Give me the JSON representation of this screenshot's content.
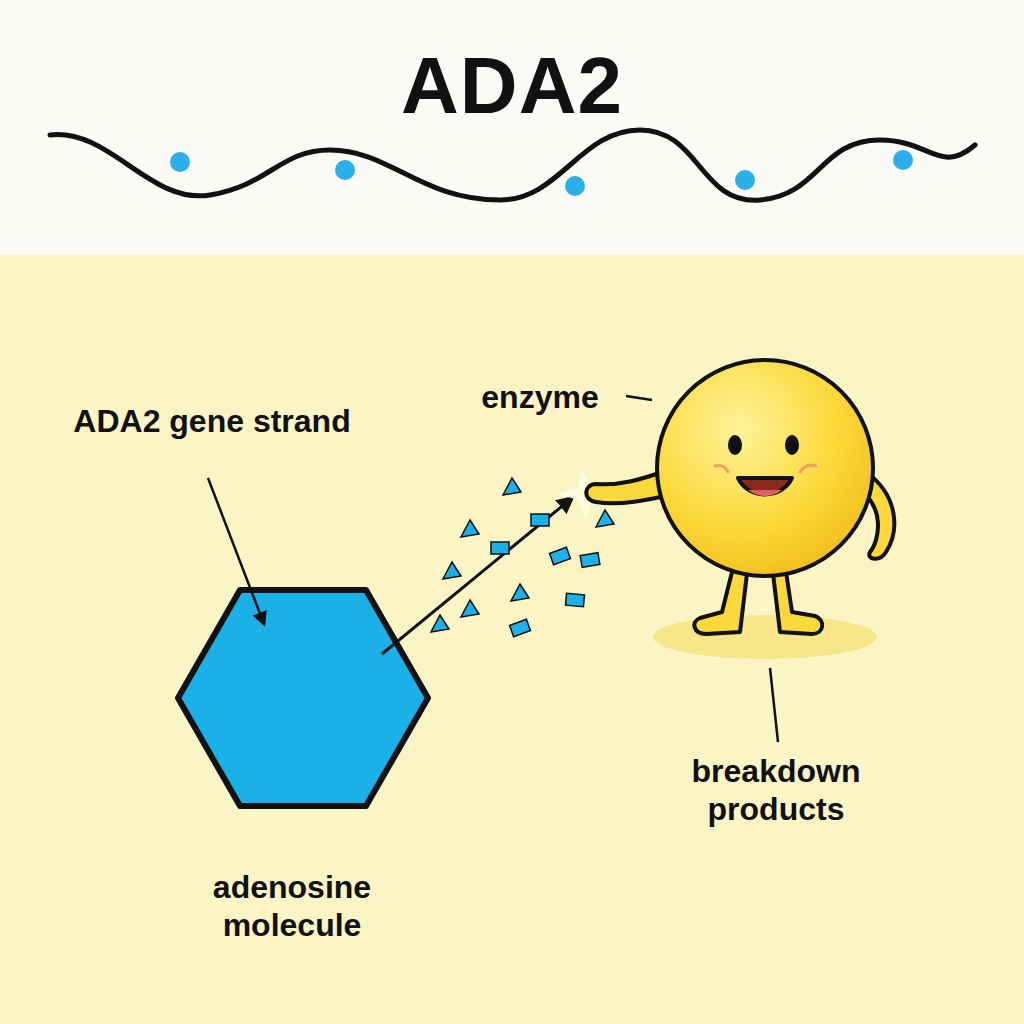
{
  "diagram": {
    "title": "ADA2",
    "labels": [
      "ADA2 gene strand",
      "enzyme",
      "breakdown products",
      "adenosine molecule"
    ]
  }
}
